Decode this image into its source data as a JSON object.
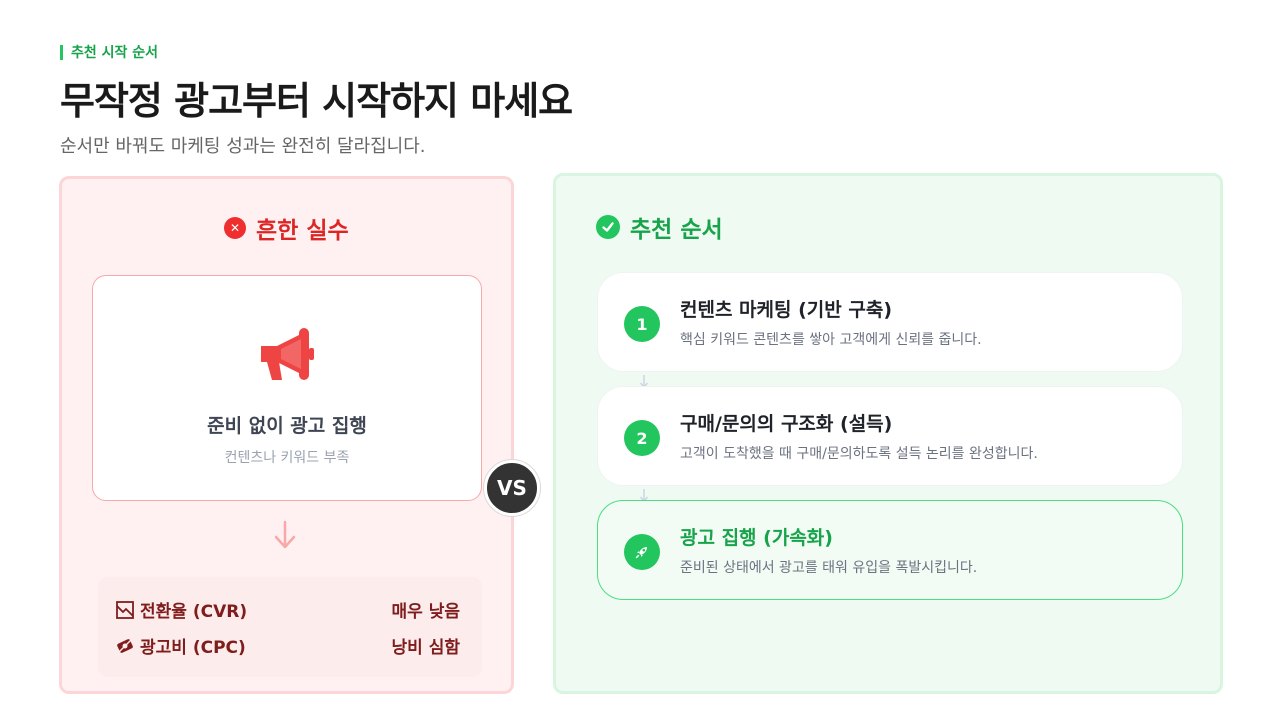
{
  "header": {
    "eyebrow": "추천 시작 순서",
    "title": "무작정 광고부터 시작하지 마세요",
    "subtitle": "순서만 바꿔도 마케팅 성과는 완전히 달라집니다."
  },
  "left": {
    "heading": "흔한 실수",
    "card_title": "준비 없이 광고 집행",
    "card_desc": "컨텐츠나 키워드 부족",
    "metrics": [
      {
        "label": "전환율 (CVR)",
        "value": "매우 낮음",
        "icon": "chart-icon"
      },
      {
        "label": "광고비 (CPC)",
        "value": "낭비 심함",
        "icon": "money-icon"
      }
    ]
  },
  "vs_label": "VS",
  "right": {
    "heading": "추천 순서",
    "steps": [
      {
        "num": "1",
        "title": "컨텐츠 마케팅 (기반 구축)",
        "desc": "핵심 키워드 콘텐츠를 쌓아 고객에게 신뢰를 줍니다."
      },
      {
        "num": "2",
        "title": "구매/문의의 구조화 (설득)",
        "desc": "고객이 도착했을 때 구매/문의하도록 설득 논리를 완성합니다."
      },
      {
        "num": "rocket-icon",
        "title": "광고 집행 (가속화)",
        "desc": "준비된 상태에서 광고를 태워 유입을 폭발시킵니다."
      }
    ]
  },
  "colors": {
    "accent_green": "#22c55e",
    "accent_red": "#ef2f2f",
    "dark": "#333333"
  }
}
